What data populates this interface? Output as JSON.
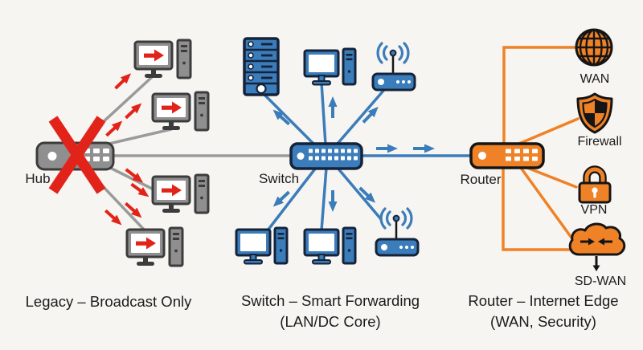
{
  "palette": {
    "bg": "#f7f5f1",
    "ink": "#1c1c1c",
    "red": "#e2231a",
    "blue": "#3b7cba",
    "orange": "#ef8227",
    "gray": "#9a9a9a"
  },
  "legacy": {
    "device": "Hub",
    "caption": "Legacy – Broadcast Only"
  },
  "core": {
    "device": "Switch",
    "caption_line1": "Switch – Smart Forwarding",
    "caption_line2": "(LAN/DC Core)"
  },
  "edge": {
    "device": "Router",
    "caption_line1": "Router – Internet Edge",
    "caption_line2": "(WAN, Security)",
    "services": {
      "wan": "WAN",
      "firewall": "Firewall",
      "vpn": "VPN",
      "sdwan": "SD-WAN"
    }
  }
}
